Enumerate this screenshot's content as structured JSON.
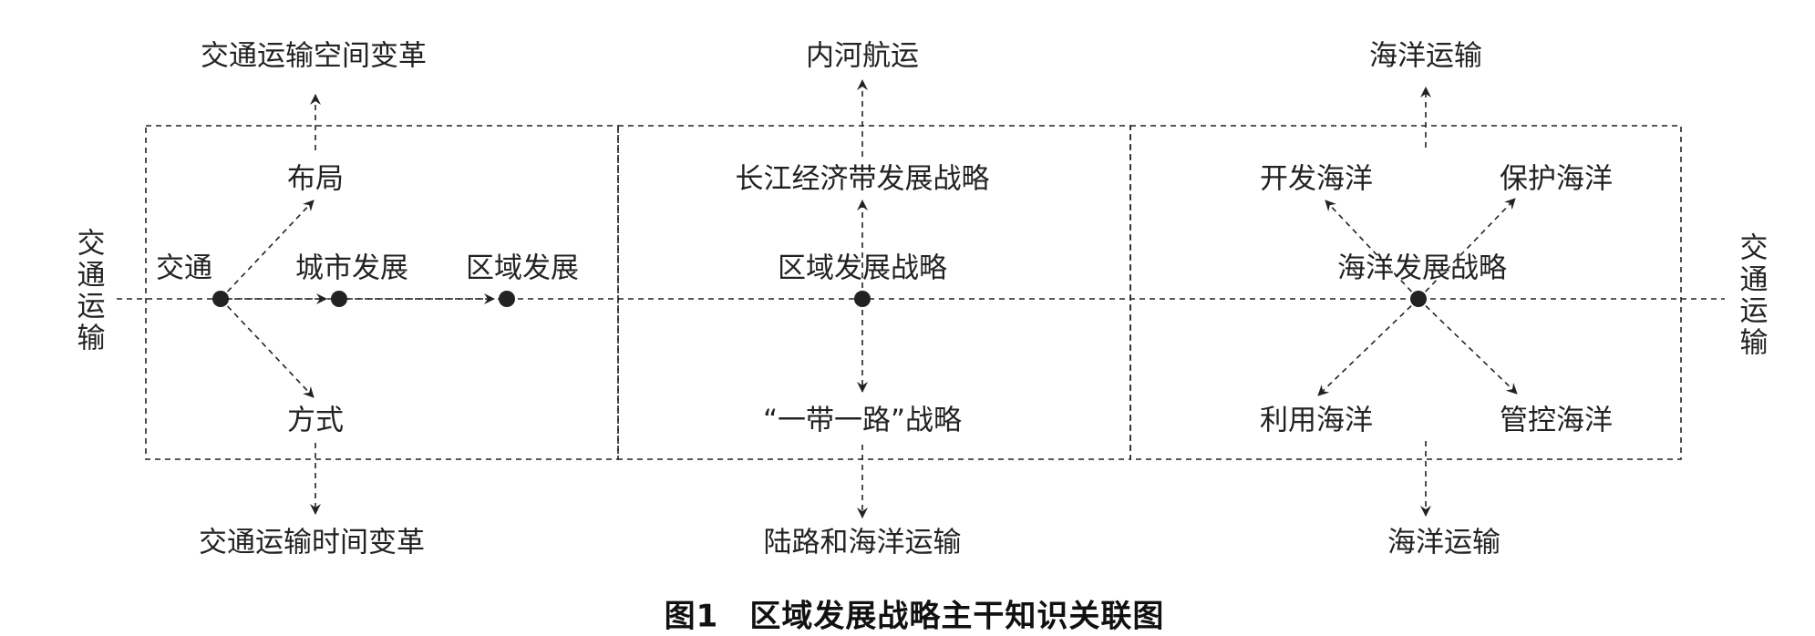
{
  "diagram": {
    "side_labels": {
      "left": "交通运输",
      "right": "交通运输"
    },
    "left_panel": {
      "top_outside": "交通运输空间变革",
      "bottom_outside": "交通运输时间变革",
      "layout": "布局",
      "traffic": "交通",
      "urban_development": "城市发展",
      "regional_development": "区域发展",
      "mode": "方式"
    },
    "middle_panel": {
      "top_outside": "内河航运",
      "bottom_outside": "陆路和海洋运输",
      "yangtze": "长江经济带发展战略",
      "center": "区域发展战略",
      "belt_road": "“一带一路”战略"
    },
    "right_panel": {
      "top_outside": "海洋运输",
      "bottom_outside": "海洋运输",
      "develop": "开发海洋",
      "protect": "保护海洋",
      "center": "海洋发展战略",
      "use": "利用海洋",
      "control": "管控海洋"
    },
    "caption": {
      "figure_no": "图1",
      "title": "区域发展战略主干知识关联图"
    },
    "colors": {
      "line": "#222222",
      "text": "#222222"
    }
  }
}
